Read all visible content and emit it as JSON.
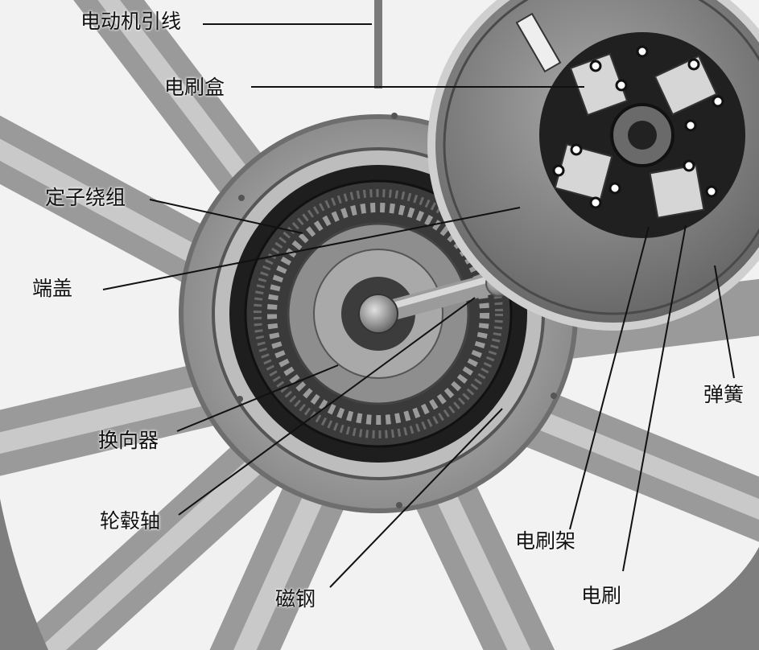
{
  "labels": {
    "motor_lead": "电动机引线",
    "brush_box": "电刷盒",
    "stator_winding": "定子绕组",
    "end_cover": "端盖",
    "commutator": "换向器",
    "hub_shaft": "轮毂轴",
    "magnet": "磁钢",
    "brush_holder": "电刷架",
    "brush": "电刷",
    "spring": "弹簧"
  },
  "colors": {
    "background": "#f4f4f4",
    "metal_light": "#b8b8b8",
    "metal_mid": "#8a8a8a",
    "metal_dark": "#3a3a3a",
    "winding": "#2a2a2a",
    "leader_line": "#111111"
  }
}
